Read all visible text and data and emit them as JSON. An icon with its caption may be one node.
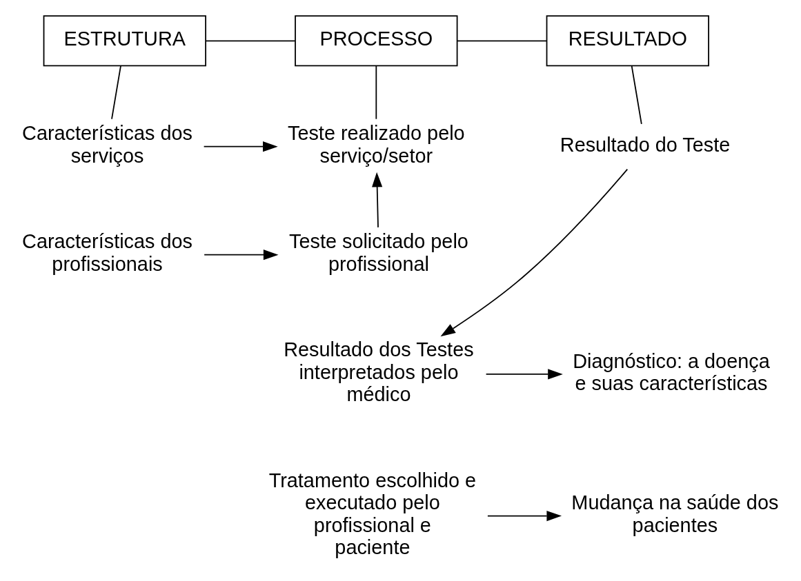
{
  "diagram": {
    "nodes": [
      {
        "text": [
          "ESTRUTURA"
        ]
      },
      {
        "text": [
          "PROCESSO"
        ]
      },
      {
        "text": [
          "RESULTADO"
        ]
      },
      {
        "text": [
          "Características dos serviços"
        ]
      },
      {
        "text": [
          "Teste realizado pelo serviço/setor"
        ]
      },
      {
        "text": [
          "Resultado do Teste"
        ]
      },
      {
        "text": [
          "Características dos profissionais"
        ]
      },
      {
        "text": [
          "Teste solicitado pelo profissional"
        ]
      },
      {
        "text": [
          "Resultado dos Testes interpretados pelo médico"
        ]
      },
      {
        "text": [
          "Diagnóstico: a doença e suas características"
        ]
      },
      {
        "text": [
          "Tratamento escolhido e executado pelo profissional e paciente"
        ]
      },
      {
        "text": [
          "Mudança na saúde dos pacientes"
        ]
      }
    ],
    "edges": [
      {
        "from": 0,
        "to": 1,
        "arrow": "none"
      },
      {
        "from": 1,
        "to": 2,
        "arrow": "none"
      },
      {
        "from": 0,
        "to": 3,
        "arrow": "none"
      },
      {
        "from": 1,
        "to": 4,
        "arrow": "none"
      },
      {
        "from": 2,
        "to": 5,
        "arrow": "none"
      },
      {
        "from": 3,
        "to": 4,
        "arrow": "to"
      },
      {
        "from": 7,
        "to": 4,
        "arrow": "to"
      },
      {
        "from": 6,
        "to": 7,
        "arrow": "to"
      },
      {
        "from": 5,
        "to": 8,
        "arrow": "to"
      },
      {
        "from": 8,
        "to": 9,
        "arrow": "to"
      },
      {
        "from": 10,
        "to": 11,
        "arrow": "to"
      }
    ]
  }
}
